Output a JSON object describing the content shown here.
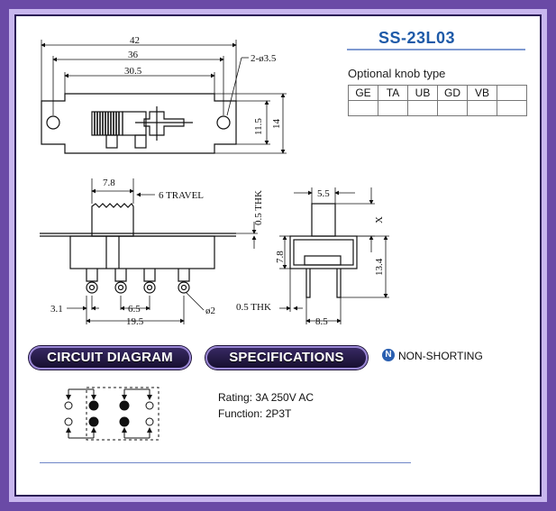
{
  "model": "SS-23L03",
  "knob_label": "Optional knob type",
  "knob_types": [
    "GE",
    "TA",
    "UB",
    "GD",
    "VB",
    ""
  ],
  "dims": {
    "top_42": "42",
    "top_36": "36",
    "top_30_5": "30.5",
    "hole": "2-ø3.5",
    "side_11_5": "11.5",
    "side_14": "14",
    "d_7_8": "7.8",
    "travel": "6 TRAVEL",
    "thk_0_5": "0.5 THK",
    "d_3_1": "3.1",
    "d_6_5": "6.5",
    "d_19_5": "19.5",
    "pin_dia": "ø2",
    "d_5_5": "5.5",
    "x": "X",
    "d_7_8b": "7.8",
    "d_13_4": "13.4",
    "thk_0_5b": "0.5 THK",
    "d_8_5": "8.5"
  },
  "labels": {
    "circuit": "CIRCUIT DIAGRAM",
    "specs": "SPECIFICATIONS",
    "nonshorting": "NON-SHORTING",
    "n_logo": "N"
  },
  "specs": {
    "rating": "Rating: 3A  250V AC",
    "function": "Function: 2P3T"
  },
  "colors": {
    "frame": "#6a4aa6",
    "pill": "#140d2b",
    "model": "#1e5aa8"
  }
}
